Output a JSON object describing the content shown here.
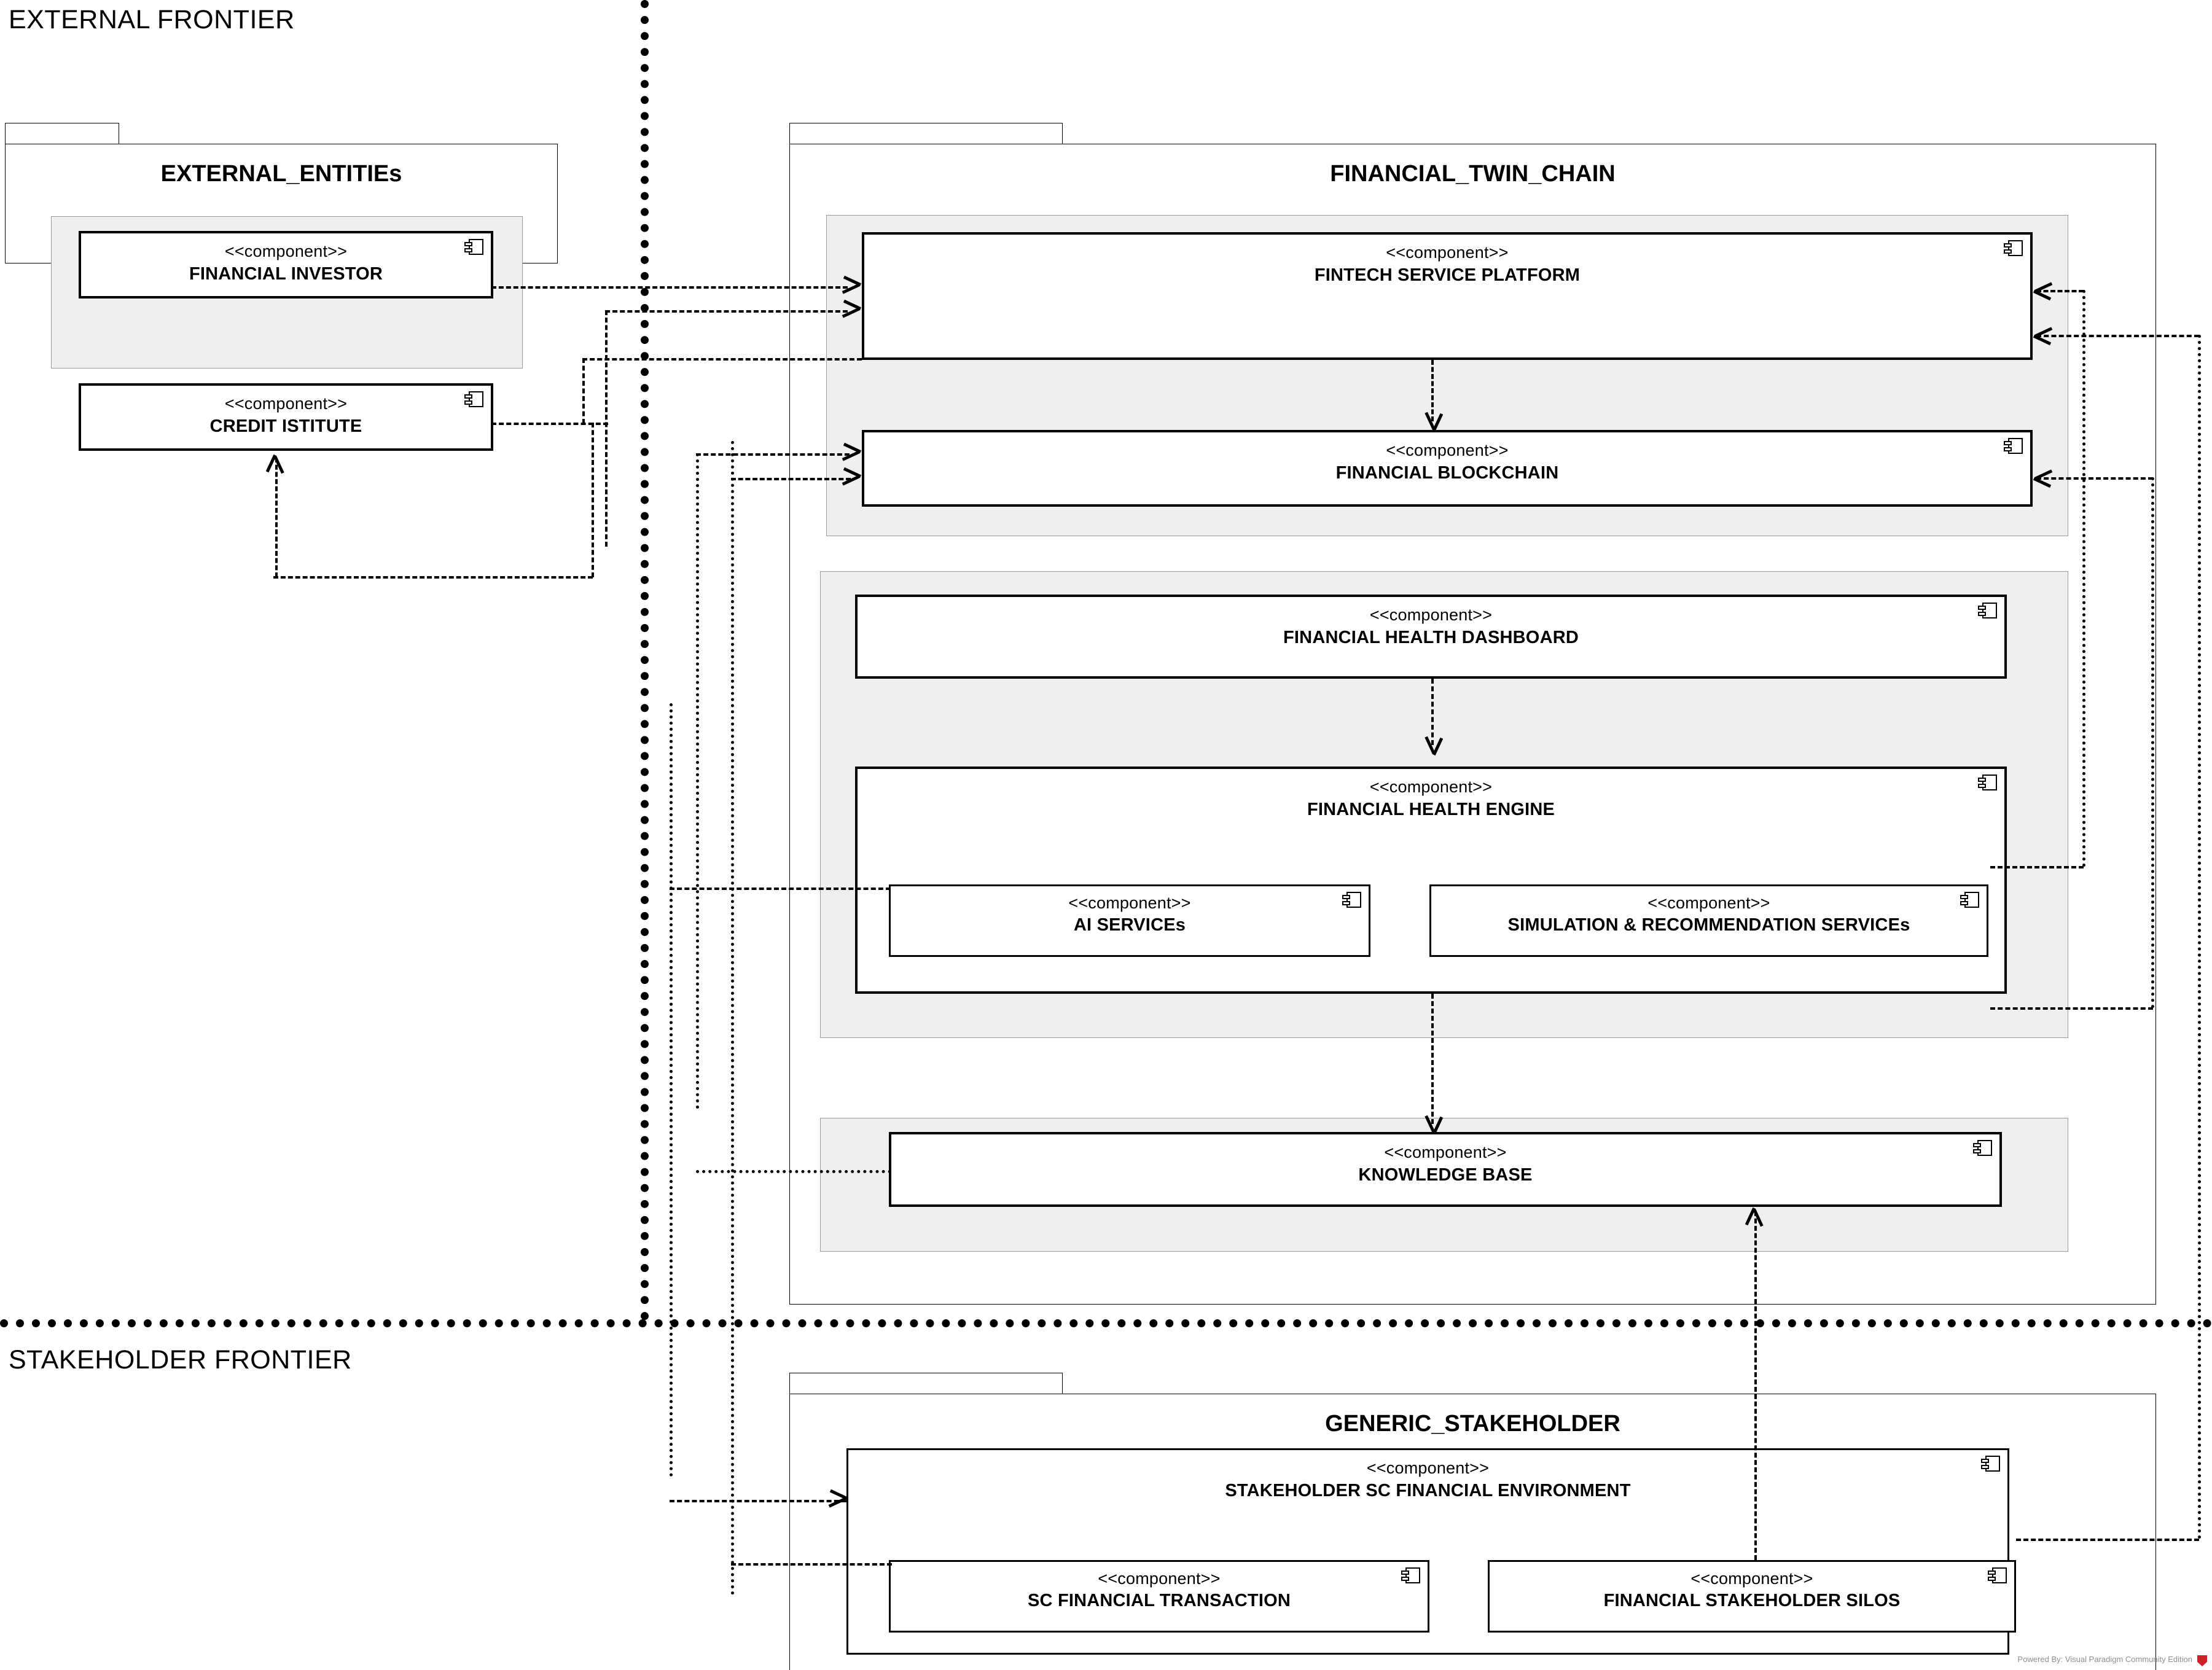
{
  "diagram": {
    "type": "uml-component-diagram",
    "tool_watermark": "Powered By: Visual Paradigm Community Edition"
  },
  "frontiers": [
    {
      "id": "external",
      "label": "EXTERNAL FRONTIER"
    },
    {
      "id": "stakeholder",
      "label": "STAKEHOLDER FRONTIER"
    }
  ],
  "stereotype": "<<component>>",
  "packages": [
    {
      "id": "external_entities",
      "title": "EXTERNAL_ENTITIEs",
      "components": [
        {
          "id": "financial_investor",
          "name": "FINANCIAL INVESTOR"
        },
        {
          "id": "credit_istitute",
          "name": "CREDIT ISTITUTE"
        }
      ]
    },
    {
      "id": "financial_twin_chain",
      "title": "FINANCIAL_TWIN_CHAIN",
      "components": [
        {
          "id": "fintech_service_platform",
          "name": "FINTECH SERVICE PLATFORM"
        },
        {
          "id": "financial_blockchain",
          "name": "FINANCIAL BLOCKCHAIN"
        },
        {
          "id": "financial_health_dashboard",
          "name": "FINANCIAL HEALTH DASHBOARD"
        },
        {
          "id": "financial_health_engine",
          "name": "FINANCIAL HEALTH ENGINE"
        },
        {
          "id": "ai_services",
          "name": "AI SERVICEs"
        },
        {
          "id": "simulation_recommendation_services",
          "name": "SIMULATION & RECOMMENDATION SERVICEs"
        },
        {
          "id": "knowledge_base",
          "name": "KNOWLEDGE BASE"
        }
      ]
    },
    {
      "id": "generic_stakeholder",
      "title": "GENERIC_STAKEHOLDER",
      "components": [
        {
          "id": "stakeholder_sc_financial_environment",
          "name": "STAKEHOLDER SC FINANCIAL ENVIRONMENT"
        },
        {
          "id": "sc_financial_transaction",
          "name": "SC FINANCIAL TRANSACTION"
        },
        {
          "id": "financial_stakeholder_silos",
          "name": "FINANCIAL STAKEHOLDER SILOS"
        }
      ]
    }
  ],
  "colors": {
    "line": "#000000",
    "group_fill": "#efefef",
    "group_stroke": "#9a9a9a",
    "component_fill": "#ffffff",
    "watermark": "#8e8e8e"
  }
}
